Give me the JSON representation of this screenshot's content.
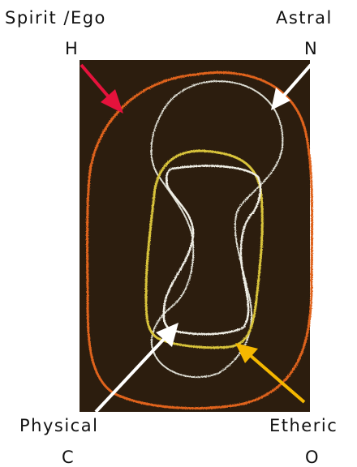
{
  "labels": {
    "spirit_ego": "Spirit /Ego",
    "spirit_ego_letter": "H",
    "astral": "Astral",
    "astral_letter": "N",
    "physical": "Physical",
    "physical_letter": "C",
    "etheric": "Etheric",
    "etheric_letter": "O"
  },
  "colors": {
    "board": "#2c1d0e",
    "spirit_ego": "#e0641e",
    "astral": "#dcdcd2",
    "etheric": "#d9c43a",
    "physical": "#f0efe6",
    "arrow_spirit": "#e5123c",
    "arrow_astral": "#ffffff",
    "arrow_physical": "#ffffff",
    "arrow_etheric": "#f5b800"
  }
}
